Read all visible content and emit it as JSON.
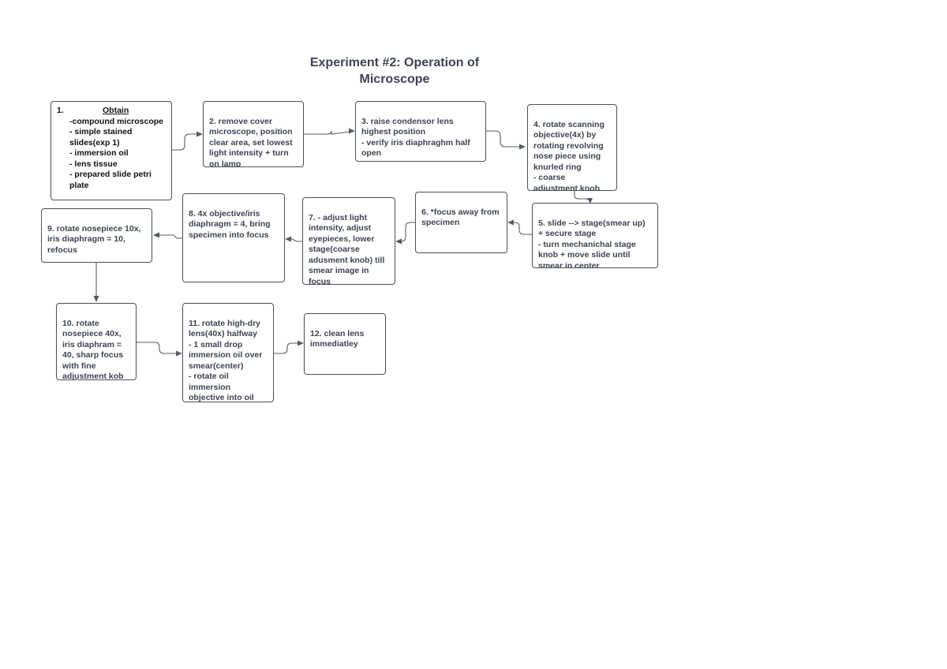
{
  "title": "Experiment #2: Operation of\nMicroscope",
  "steps": {
    "s1": {
      "number": "1.",
      "heading": "Obtain",
      "items": "-compound microscope\n- simple stained slides(exp 1)\n- immersion oil\n- lens tissue\n- prepared slide petri plate"
    },
    "s2": {
      "text": "2. remove cover microscope, position clear area, set lowest light intensity + turn on lamp"
    },
    "s3": {
      "text": "3.  raise condensor lens highest position\n- verify iris diaphraghm half open"
    },
    "s4": {
      "text": "4. rotate scanning objective(4x) by rotating revolving nose piece using knurled ring\n- coarse adjustment knob raise stage"
    },
    "s5": {
      "text": "5. slide --> stage(smear up) + secure stage\n- turn mechanichal stage knob + move slide until smear in center"
    },
    "s6": {
      "text": "6. *focus away from specimen"
    },
    "s7": {
      "text": "7. - adjust light intensity, adjust eyepieces, lower stage(coarse adusment knob) till smear image in focus"
    },
    "s8": {
      "text": "8. 4x objective/iris diaphragm = 4, bring specimen into focus"
    },
    "s9": {
      "text": "9. rotate nosepiece 10x, iris diaphragm = 10, refocus"
    },
    "s10": {
      "text": "10. rotate nosepiece 40x, iris diaphram = 40, sharp focus with fine adjustment kob"
    },
    "s11": {
      "text": "11. rotate high-dry lens(40x) halfway\n- 1 small drop immersion oil over smear(center)\n- rotate oil immersion objective into oil"
    },
    "s12": {
      "text": "12. clean lens immediatley"
    }
  },
  "colors": {
    "text": "#3d4350",
    "border": "#4a4f5a",
    "connector": "#555b66"
  }
}
